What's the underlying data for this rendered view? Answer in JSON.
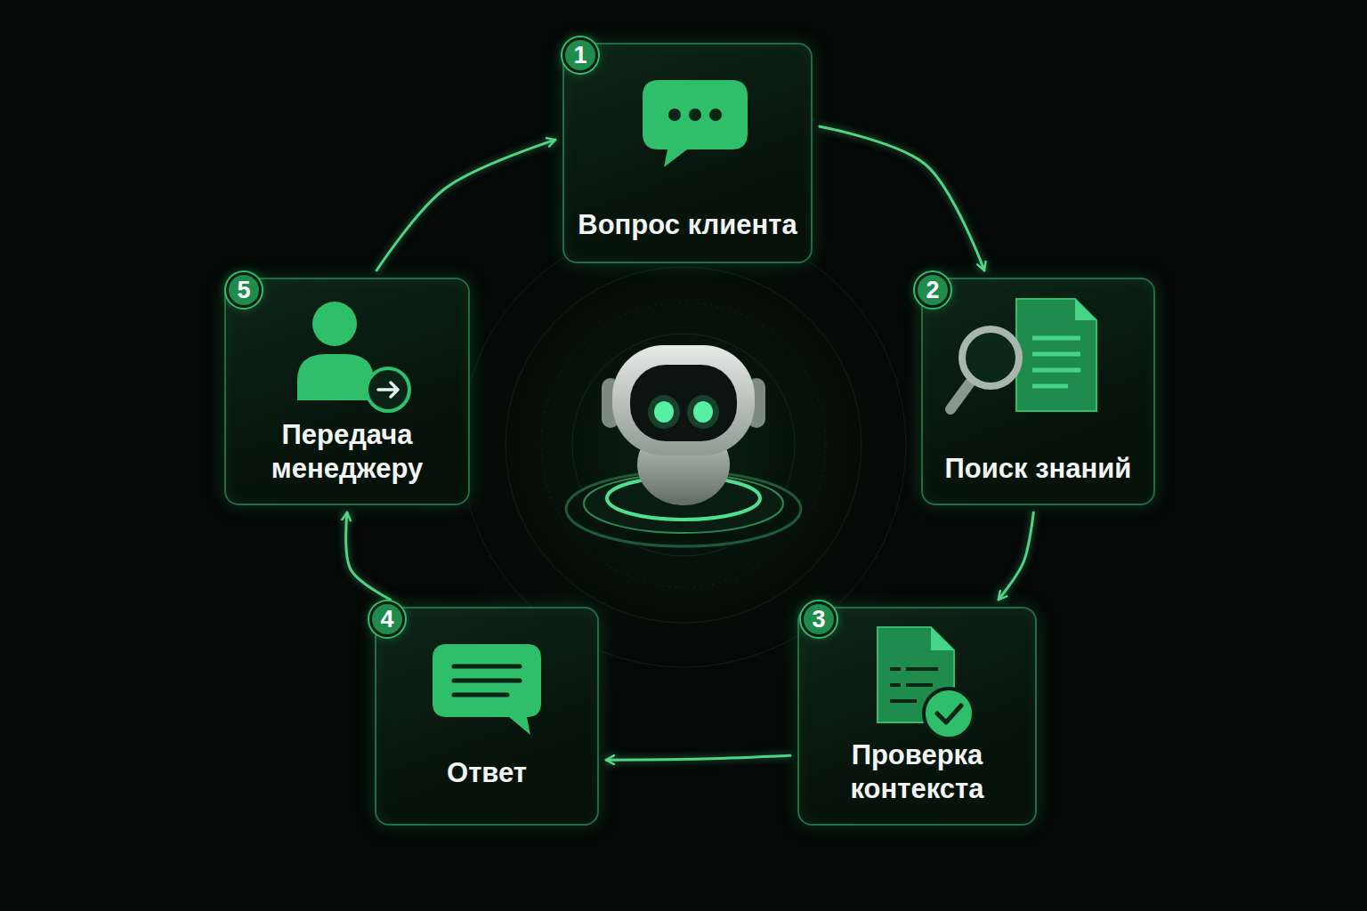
{
  "diagram": {
    "nodes": [
      {
        "text": [
          "Вопрос клиента"
        ]
      },
      {
        "text": [
          "Поиск знаний"
        ]
      },
      {
        "text": [
          "Проверка контекста"
        ]
      },
      {
        "text": [
          "Ответ"
        ]
      },
      {
        "text": [
          "Передача менеджеру"
        ]
      }
    ],
    "edges": [
      {
        "from": 0,
        "to": 1,
        "arrow": "to"
      },
      {
        "from": 1,
        "to": 2,
        "arrow": "to"
      },
      {
        "from": 2,
        "to": 3,
        "arrow": "to"
      },
      {
        "from": 3,
        "to": 4,
        "arrow": "to"
      },
      {
        "from": 4,
        "to": 0,
        "arrow": "to"
      }
    ],
    "labels": [
      "1",
      "2",
      "3",
      "4",
      "5"
    ]
  }
}
